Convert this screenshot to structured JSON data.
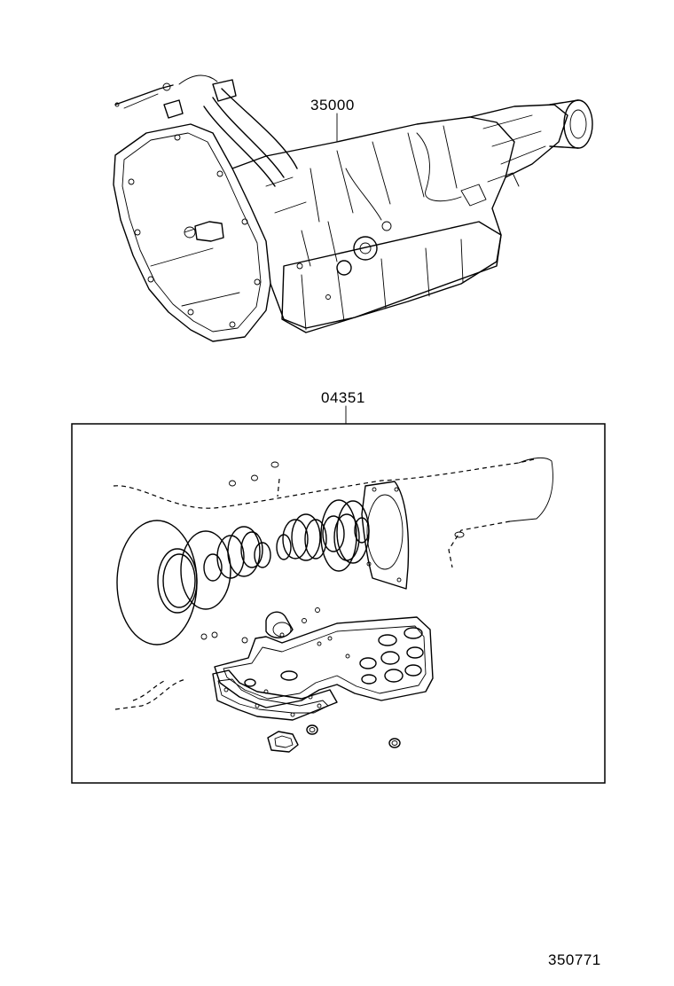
{
  "callouts": {
    "assembly": "35000",
    "gasket_kit": "04351"
  },
  "figure_number": "350771"
}
